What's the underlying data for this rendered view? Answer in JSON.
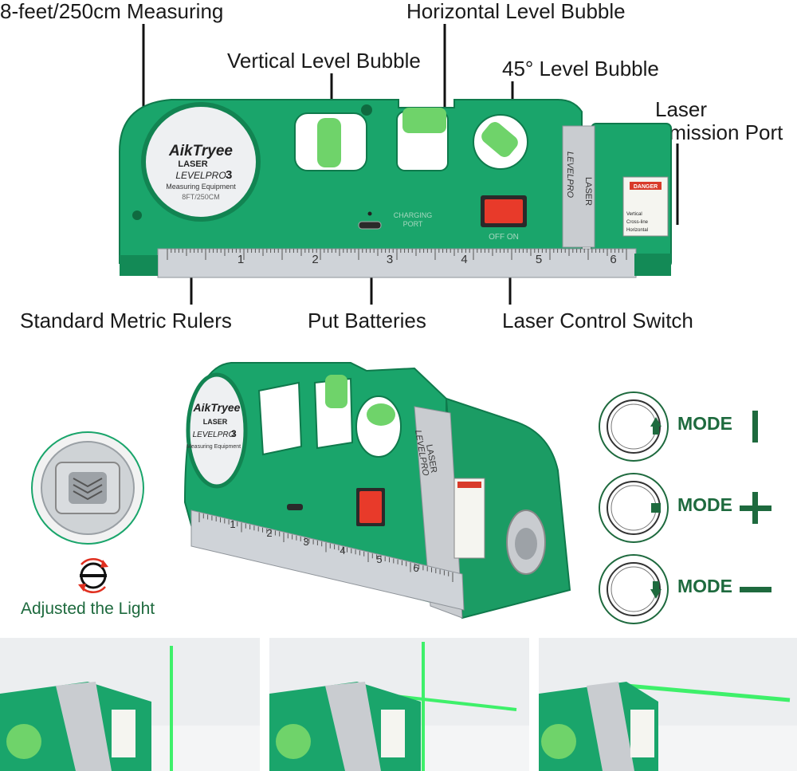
{
  "callouts": {
    "measuring": "8-feet/250cm Measuring",
    "horizontal": "Horizontal Level Bubble",
    "vertical": "Vertical Level Bubble",
    "forty_five": "45° Level Bubble",
    "laser_port_line1": "Laser",
    "laser_port_line2": "Emission Port",
    "rulers": "Standard Metric Rulers",
    "batteries": "Put Batteries",
    "switch": "Laser Control Switch"
  },
  "device": {
    "brand": "AikTryee",
    "laser": "LASER",
    "model": "LEVELPRO",
    "model_num": "3",
    "subtitle": "Measuring Equipment",
    "size": "8FT/250CM",
    "charging": "CHARGING",
    "port": "PORT",
    "off_on": "OFF ON",
    "side_laser": "LASER",
    "side_model": "LEVELPRO",
    "danger": "DANGER",
    "legend_vertical": "Vertical",
    "legend_cross": "Cross-line",
    "legend_horizontal": "Horizontal",
    "ruler_ticks": [
      "1",
      "2",
      "3",
      "4",
      "5",
      "6"
    ]
  },
  "modes": [
    {
      "label": "MODE",
      "symbol": "vertical-line",
      "arrow": "up"
    },
    {
      "label": "MODE",
      "symbol": "plus",
      "arrow": "square"
    },
    {
      "label": "MODE",
      "symbol": "horizontal-line",
      "arrow": "down"
    }
  ],
  "adjust": {
    "label": "Adjusted the Light"
  },
  "colors": {
    "device_green": "#1aa56b",
    "device_dark": "#128452",
    "mode_green": "#1e6a3e",
    "laser_green": "#3ef06a"
  }
}
